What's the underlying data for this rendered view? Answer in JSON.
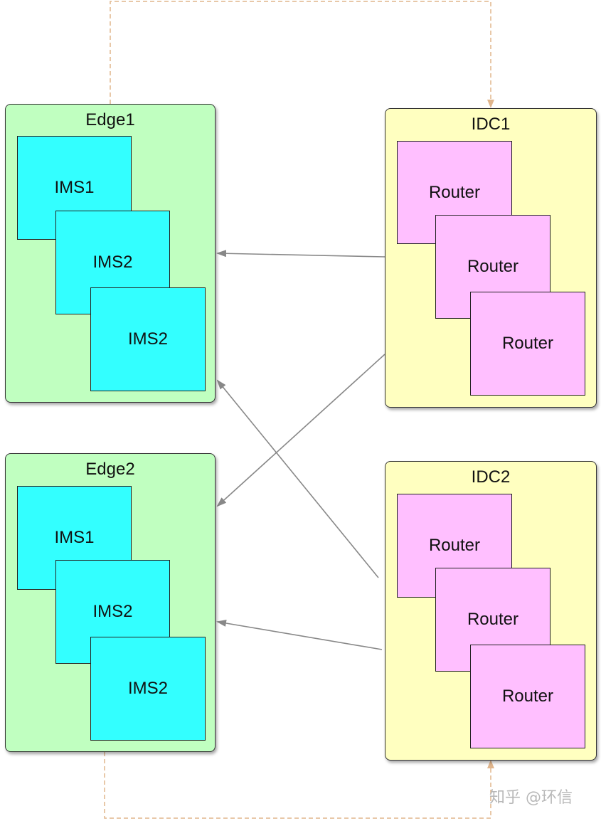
{
  "groups": {
    "edge1": {
      "title": "Edge1",
      "items": [
        "IMS1",
        "IMS2",
        "IMS2"
      ]
    },
    "edge2": {
      "title": "Edge2",
      "items": [
        "IMS1",
        "IMS2",
        "IMS2"
      ]
    },
    "idc1": {
      "title": "IDC1",
      "items": [
        "Router",
        "Router",
        "Router"
      ]
    },
    "idc2": {
      "title": "IDC2",
      "items": [
        "Router",
        "Router",
        "Router"
      ]
    }
  },
  "colors": {
    "edge_fill": "#c0ffc0",
    "idc_fill": "#ffffc0",
    "ims_fill": "#33ffff",
    "router_fill": "#ffbfff",
    "arrow": "#888888",
    "dashed_link": "#e0b58c"
  },
  "watermark": "知乎 @环信"
}
